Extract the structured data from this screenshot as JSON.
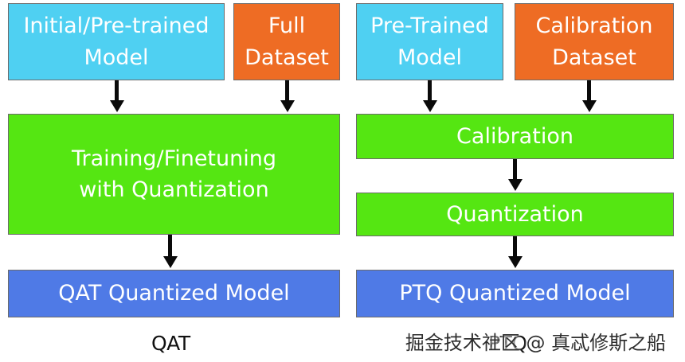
{
  "qat": {
    "model_input": "Initial/Pre-trained\nModel",
    "dataset_input": "Full\nDataset",
    "process": "Training/Finetuning\nwith Quantization",
    "output": "QAT Quantized Model",
    "caption": "QAT"
  },
  "ptq": {
    "model_input": "Pre-Trained\nModel",
    "dataset_input": "Calibration\nDataset",
    "calibration": "Calibration",
    "quantization": "Quantization",
    "output": "PTQ Quantized Model",
    "caption": "PTQ"
  },
  "watermark": "掘金技术社区 @ 真忒修斯之船",
  "colors": {
    "model_input": "#4fd0f2",
    "dataset_input": "#ee6c24",
    "process": "#55e612",
    "output": "#4f7ae6"
  }
}
